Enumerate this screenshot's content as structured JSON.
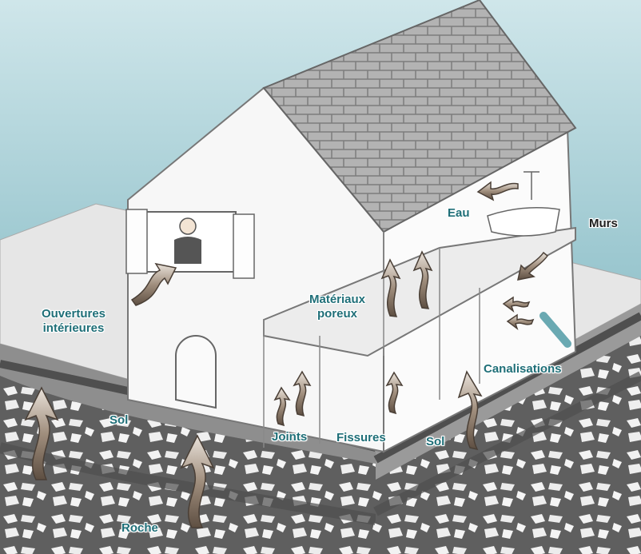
{
  "labels": {
    "ouvertures": "Ouvertures",
    "interieures": "intérieures",
    "materiaux": "Matériaux",
    "poreux": "poreux",
    "eau": "Eau",
    "murs": "Murs",
    "canalisations": "Canalisations",
    "joints": "Joints",
    "fissures": "Fissures",
    "sol_left": "Sol",
    "sol_right": "Sol",
    "roche": "Roche"
  },
  "colors": {
    "label_text": "#1f6f78",
    "arrow": "#8a7866",
    "ground": "#dcdcdc",
    "soil_layer": "#6b6b6b",
    "roof": "#b5b5b5"
  }
}
